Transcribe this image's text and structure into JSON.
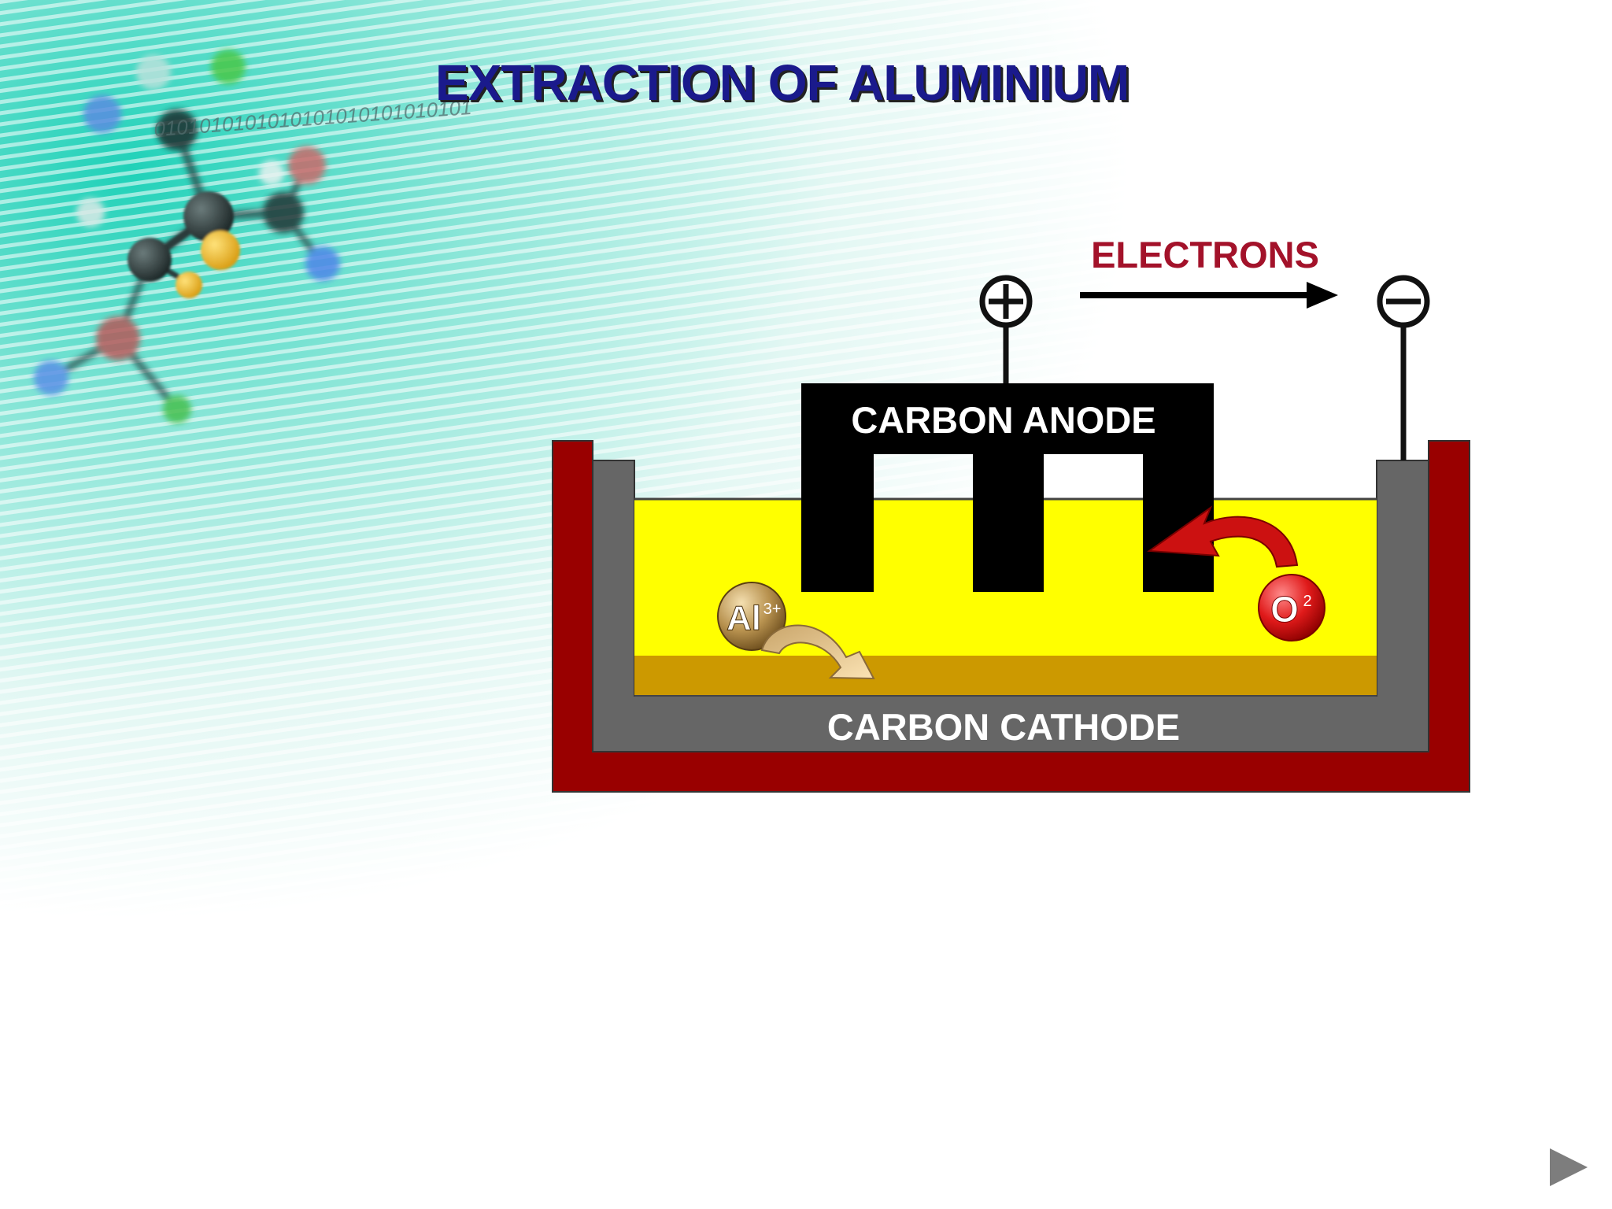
{
  "slide": {
    "title": "EXTRACTION OF ALUMINIUM",
    "binary_text": "0101010101010101010101010101"
  },
  "diagram": {
    "electrons_label": "ELECTRONS",
    "anode_label": "CARBON ANODE",
    "cathode_label": "CARBON CATHODE",
    "positive_terminal": "+",
    "negative_terminal": "−",
    "aluminium_ion": {
      "symbol": "Al",
      "charge": "3+"
    },
    "oxide_ion": {
      "symbol": "O",
      "charge": "2"
    }
  },
  "colors": {
    "cell_outer": "#990000",
    "cell_lining": "#666666",
    "electrolyte": "#ffff00",
    "molten_aluminium": "#cc9900",
    "anode": "#000000",
    "electrons_text": "#a3122a",
    "title": "#1a1a8c"
  },
  "navigation": {
    "next_icon": "play-triangle-icon"
  }
}
